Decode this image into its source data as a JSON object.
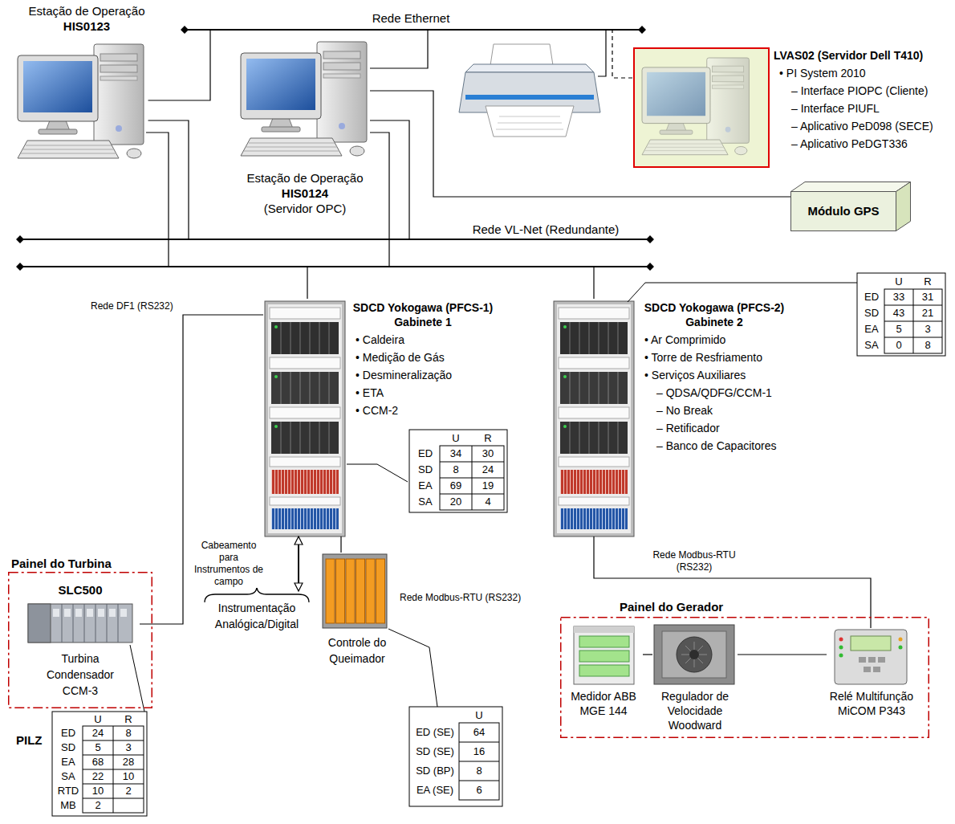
{
  "diagram": {
    "nodes": [
      {
        "text": [
          "Estação de Operação",
          "HIS0123"
        ]
      },
      {
        "text": [
          "Estação de Operação",
          "HIS0124",
          "(Servidor OPC)"
        ]
      },
      {
        "text": [
          "Rede Ethernet"
        ]
      },
      {
        "text": [
          "LVAS02 (Servidor Dell T410)",
          "• PI System 2010",
          "– Interface PIOPC (Cliente)",
          "– Interface PIUFL",
          "– Aplicativo PeD098 (SECE)",
          "– Aplicativo PeDGT336"
        ]
      },
      {
        "text": [
          "Módulo GPS"
        ]
      },
      {
        "text": [
          "Rede VL-Net (Redundante)"
        ]
      },
      {
        "text": [
          "SDCD Yokogawa (PFCS-1)",
          "Gabinete 1",
          "• Caldeira",
          "• Medição de Gás",
          "• Desmineralização",
          "• ETA",
          "• CCM-2"
        ]
      },
      {
        "text": [
          "SDCD Yokogawa (PFCS-2)",
          "Gabinete 2",
          "• Ar Comprimido",
          "• Torre de Resfriamento",
          "• Serviços Auxiliares",
          "– QDSA/QDFG/CCM-1",
          "– No Break",
          "– Retificador",
          "– Banco de Capacitores"
        ]
      },
      {
        "text": [
          "Instrumentação Analógica/Digital"
        ]
      },
      {
        "text": [
          "Painel do Turbina"
        ]
      },
      {
        "text": [
          "SLC500",
          "Turbina Condensador CCM-3"
        ],
        "in": 9
      },
      {
        "text": [
          "Controle do Queimador"
        ]
      },
      {
        "text": [
          "Painel do Gerador"
        ]
      },
      {
        "text": [
          "Medidor ABB MGE 144"
        ],
        "in": 12
      },
      {
        "text": [
          "Regulador de Velocidade Woodward"
        ],
        "in": 12
      },
      {
        "text": [
          "Relé Multifunção MiCOM P343"
        ],
        "in": 12
      }
    ],
    "edges": [
      {
        "from": 0,
        "to": 2,
        "arrow": "none"
      },
      {
        "from": 0,
        "to": 5,
        "arrow": "none"
      },
      {
        "from": 1,
        "to": 2,
        "arrow": "none"
      },
      {
        "from": 1,
        "to": 5,
        "arrow": "none"
      },
      {
        "from": 1,
        "to": 4,
        "arrow": "none"
      },
      {
        "from": 3,
        "to": 2,
        "arrow": "none"
      },
      {
        "from": 6,
        "to": 5,
        "arrow": "none"
      },
      {
        "from": 7,
        "to": 5,
        "arrow": "none"
      },
      {
        "from": 6,
        "to": 10,
        "label": "Rede DF1 (RS232)",
        "arrow": "none"
      },
      {
        "from": 6,
        "to": 8,
        "label": "Cabeamento para Instrumentos de campo",
        "arrow": "both"
      },
      {
        "from": 6,
        "to": 11,
        "label": "Rede Modbus-RTU (RS232)",
        "arrow": "none"
      },
      {
        "from": 7,
        "to": 15,
        "label": "Rede Modbus-RTU (RS232)",
        "arrow": "none"
      },
      {
        "from": 13,
        "to": 14,
        "arrow": "none"
      },
      {
        "from": 14,
        "to": 15,
        "arrow": "none"
      }
    ],
    "labels": [
      "U",
      "R",
      "ED",
      "33",
      "31",
      "SD",
      "43",
      "21",
      "EA",
      "5",
      "3",
      "SA",
      "0",
      "8",
      "U",
      "R",
      "ED",
      "34",
      "30",
      "SD",
      "8",
      "24",
      "EA",
      "69",
      "19",
      "SA",
      "20",
      "4",
      "PILZ",
      "U",
      "R",
      "ED",
      "24",
      "8",
      "SD",
      "5",
      "3",
      "EA",
      "68",
      "28",
      "SA",
      "22",
      "10",
      "RTD",
      "10",
      "2",
      "MB",
      "2",
      "U",
      "ED (SE)",
      "64",
      "SD (SE)",
      "16",
      "SD (BP)",
      "8",
      "EA (SE)",
      "6"
    ]
  }
}
